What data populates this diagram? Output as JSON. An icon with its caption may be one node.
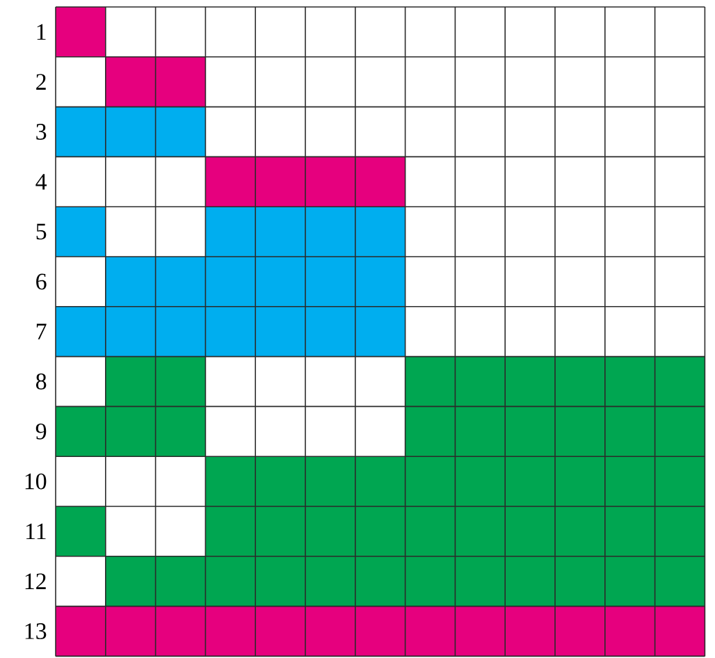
{
  "diagram": {
    "labels": [
      "1",
      "2",
      "3",
      "4",
      "5",
      "6",
      "7",
      "8",
      "9",
      "10",
      "11",
      "12",
      "13"
    ]
  }
}
